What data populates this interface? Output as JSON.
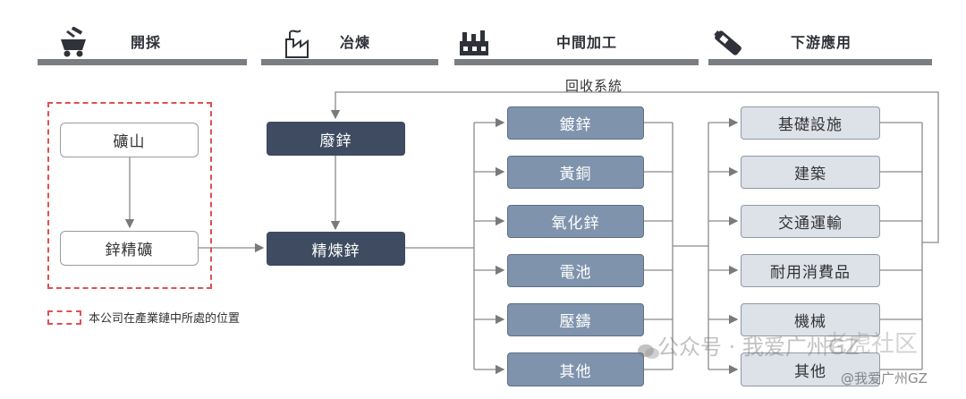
{
  "stages": [
    {
      "label": "開採",
      "icon": "mining-cart-icon"
    },
    {
      "label": "冶煉",
      "icon": "smelter-icon"
    },
    {
      "label": "中間加工",
      "icon": "factory-icon"
    },
    {
      "label": "下游應用",
      "icon": "battery-icon"
    }
  ],
  "mining": {
    "mine": "礦山",
    "ore": "鋅精礦"
  },
  "smelting": {
    "scrap": "廢鋅",
    "refined": "精煉鋅"
  },
  "processing": [
    "鍍鋅",
    "黃銅",
    "氧化鋅",
    "電池",
    "壓鑄",
    "其他"
  ],
  "applications": [
    "基礎設施",
    "建築",
    "交通運輸",
    "耐用消費品",
    "機械",
    "其他"
  ],
  "recycle_label": "回收系統",
  "legend_text": "本公司在產業鏈中所處的位置",
  "watermarks": {
    "wechat": "公众号 · 我爱广州GZ",
    "site": "老虎社区",
    "handle": "@我爱广州GZ"
  },
  "colors": {
    "dark_node": "#3e4b60",
    "mid_node": "#7f93ad",
    "light_node": "#dde1e8",
    "company_frame": "#e05050",
    "stage_bar": "#7a7d82"
  }
}
